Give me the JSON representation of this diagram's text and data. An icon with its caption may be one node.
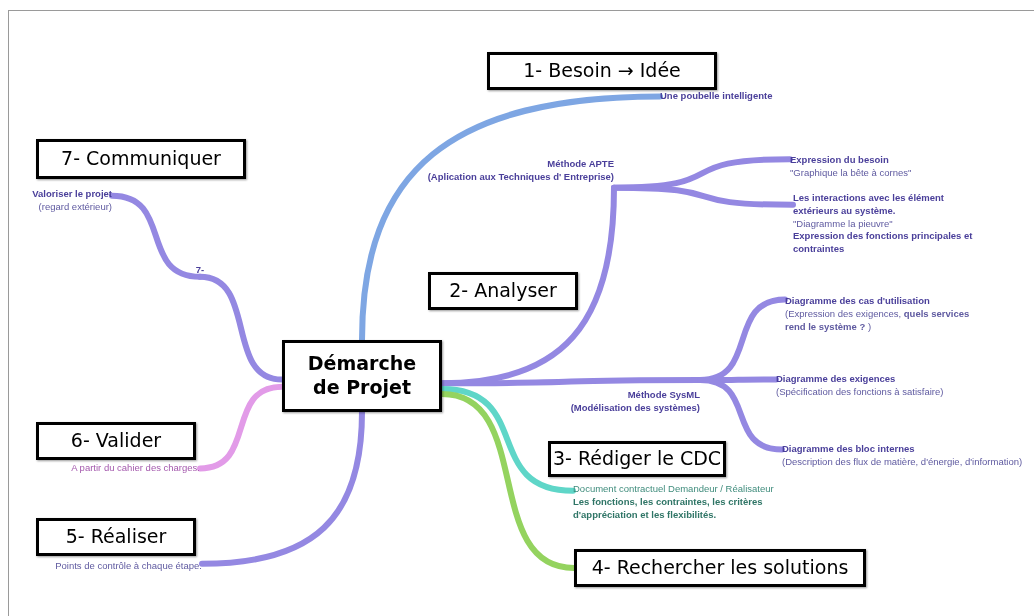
{
  "diagram": {
    "nodes": [
      {
        "text": [
          "Démarche de Projet"
        ]
      },
      {
        "text": [
          "1- Besoin → Idée"
        ]
      },
      {
        "text": [
          "Une poubelle intelligente"
        ]
      },
      {
        "text": [
          "7- Communiquer"
        ]
      },
      {
        "text": [
          "Valoriser le projet",
          "(regard extérieur)"
        ]
      },
      {
        "text": [
          "7-"
        ]
      },
      {
        "text": [
          "2- Analyser"
        ]
      },
      {
        "text": [
          "Méthode APTE",
          "(Aplication aux Techniques d' Entreprise)"
        ]
      },
      {
        "text": [
          "Expression du besoin",
          "\"Graphique la bête à cornes\""
        ]
      },
      {
        "text": [
          "Les interactions avec les élément extérieurs au système.",
          "\"Diagramme la pieuvre\"",
          "Expression des fonctions principales et contraintes"
        ]
      },
      {
        "text": [
          "Diagramme des cas d'utilisation",
          "(Expression des exigences, **quels services rend le système ?** )"
        ]
      },
      {
        "text": [
          "Méthode SysML",
          "(Modélisation des systèmes)"
        ]
      },
      {
        "text": [
          "Diagramme des exigences",
          "(Spécification des fonctions à satisfaire)"
        ]
      },
      {
        "text": [
          "Diagramme des bloc internes",
          "(Description des flux de matière, d'énergie, d'information)"
        ]
      },
      {
        "text": [
          "6- Valider"
        ]
      },
      {
        "text": [
          "A partir du cahier des charges."
        ]
      },
      {
        "text": [
          "3- Rédiger le CDC"
        ]
      },
      {
        "text": [
          "Document contractuel Demandeur / Réalisateur",
          "Les fonctions, les contraintes, les critères d'appréciation et les flexibilités."
        ]
      },
      {
        "text": [
          "5- Réaliser"
        ]
      },
      {
        "text": [
          "Points de contrôle à chaque étape."
        ]
      },
      {
        "text": [
          "4- Rechercher les solutions"
        ]
      }
    ],
    "edges": [
      {
        "from": 0,
        "to": 2,
        "arrow": "none",
        "color": "#7ea6e3"
      },
      {
        "from": 0,
        "to": 5,
        "arrow": "none"
      },
      {
        "from": 5,
        "to": 4,
        "arrow": "none"
      },
      {
        "from": 0,
        "to": 7,
        "arrow": "none"
      },
      {
        "from": 0,
        "to": 11,
        "arrow": "none"
      },
      {
        "from": 7,
        "to": 8,
        "arrow": "none"
      },
      {
        "from": 7,
        "to": 9,
        "arrow": "none"
      },
      {
        "from": 11,
        "to": 10,
        "arrow": "none"
      },
      {
        "from": 11,
        "to": 12,
        "arrow": "none"
      },
      {
        "from": 11,
        "to": 13,
        "arrow": "none"
      },
      {
        "from": 0,
        "to": 15,
        "arrow": "none",
        "color": "#e29be8"
      },
      {
        "from": 0,
        "to": 17,
        "arrow": "none",
        "color": "#5fd6c8"
      },
      {
        "from": 0,
        "to": 20,
        "arrow": "none",
        "color": "#94d35f"
      },
      {
        "from": 0,
        "to": 19,
        "arrow": "none"
      }
    ]
  }
}
